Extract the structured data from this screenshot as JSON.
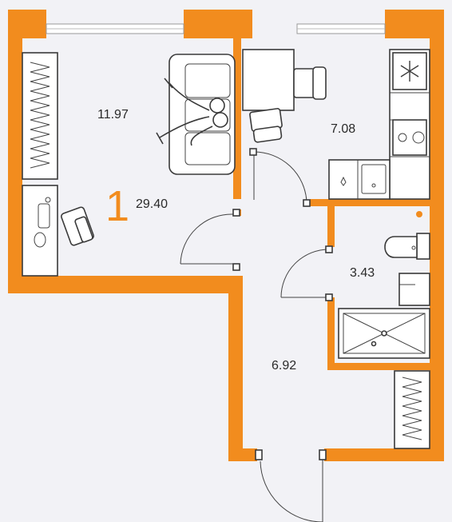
{
  "colors": {
    "wall": "#f28c1e",
    "floor": "#f2f2f6",
    "line": "#3a3a3a"
  },
  "apartment": {
    "room_count": "1",
    "total_area": "29.40"
  },
  "rooms": [
    {
      "area": "11.97"
    },
    {
      "area": "7.08"
    },
    {
      "area": "3.43"
    },
    {
      "area": "6.92"
    }
  ],
  "icons": [
    "sofa-icon",
    "person-icon",
    "armchair-icon",
    "desk-icon",
    "table-icon",
    "stove-icon",
    "sink-icon",
    "toilet-icon",
    "shower-icon",
    "radiator-icon",
    "snowflake-icon"
  ]
}
